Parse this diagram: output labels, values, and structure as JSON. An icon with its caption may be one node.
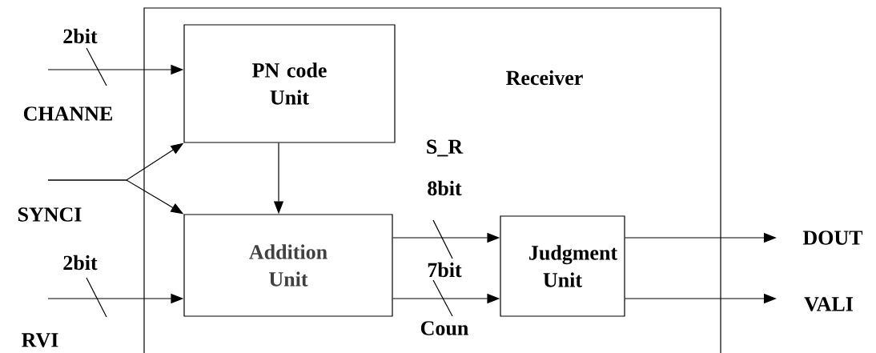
{
  "diagram": {
    "nodes": [
      {
        "text": [
          "Receiver"
        ]
      },
      {
        "text": [
          "PN code Unit"
        ],
        "in": 0
      },
      {
        "text": [
          "Addition Unit"
        ],
        "in": 0
      },
      {
        "text": [
          "Judgment Unit"
        ],
        "in": 0
      }
    ],
    "edges": [
      {
        "from": null,
        "to": 1,
        "arrow": "to",
        "label": "2bit"
      },
      {
        "from": null,
        "to": 1,
        "arrow": "to"
      },
      {
        "from": null,
        "to": 2,
        "arrow": "to"
      },
      {
        "from": null,
        "to": 2,
        "arrow": "to",
        "label": "2bit"
      },
      {
        "from": 1,
        "to": 2,
        "arrow": "to"
      },
      {
        "from": 2,
        "to": 3,
        "arrow": "to",
        "label": "8bit"
      },
      {
        "from": 2,
        "to": 3,
        "arrow": "to",
        "label": "7bit"
      },
      {
        "from": 3,
        "to": null,
        "arrow": "to"
      },
      {
        "from": 3,
        "to": null,
        "arrow": "to"
      }
    ],
    "labels": [
      "CHANNE",
      "SYNCI",
      "S_R",
      "RVI",
      "Coun",
      "DOUT",
      "VALI"
    ]
  }
}
